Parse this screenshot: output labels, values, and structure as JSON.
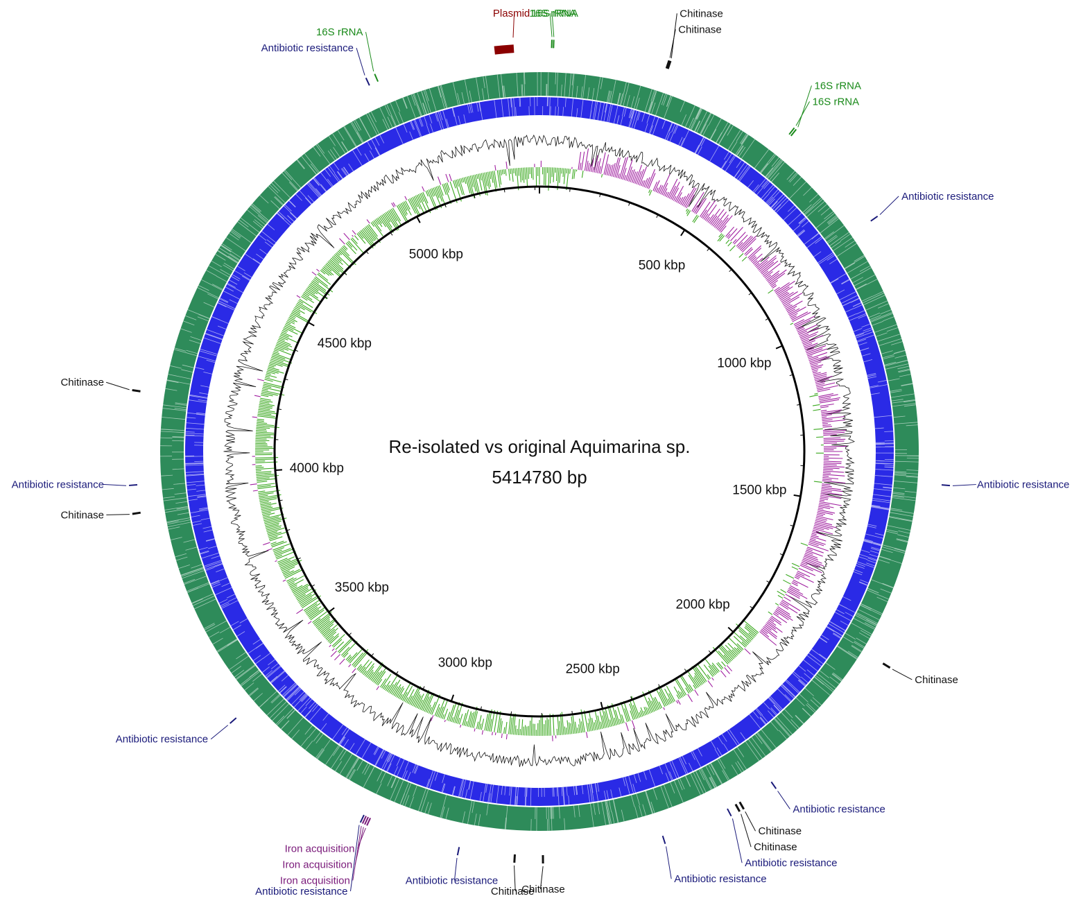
{
  "title": "Re-isolated vs original Aquimarina sp.",
  "size_label": "5414780 bp",
  "genome_length": 5414780,
  "colors": {
    "backbone": "#000000",
    "ring_green": "#2e8b5a",
    "ring_blue": "#2a2ae6",
    "gc_content": "#111111",
    "gc_skew_pos": "#a020a0",
    "gc_skew_neg": "#3aa81e",
    "plasmid": "#8b0000",
    "label_chitinase": "#111111",
    "label_rrna": "#1a8a1a",
    "label_antibiotic": "#1a1a7a",
    "label_iron": "#7a1a7a",
    "label_plasmid": "#8b0000"
  },
  "ticks": [
    {
      "pos": 500000,
      "label": "500 kbp"
    },
    {
      "pos": 1000000,
      "label": "1000 kbp"
    },
    {
      "pos": 1500000,
      "label": "1500 kbp"
    },
    {
      "pos": 2000000,
      "label": "2000 kbp"
    },
    {
      "pos": 2500000,
      "label": "2500 kbp"
    },
    {
      "pos": 3000000,
      "label": "3000 kbp"
    },
    {
      "pos": 3500000,
      "label": "3500 kbp"
    },
    {
      "pos": 4000000,
      "label": "4000 kbp"
    },
    {
      "pos": 4500000,
      "label": "4500 kbp"
    },
    {
      "pos": 5000000,
      "label": "5000 kbp"
    }
  ],
  "features": [
    {
      "type": "plasmid",
      "label": "Plasmid",
      "pos": 5360000
    },
    {
      "type": "rrna",
      "label": "16S rRNA",
      "pos": 26000
    },
    {
      "type": "rrna",
      "label": "16S rRNA",
      "pos": 30000
    },
    {
      "type": "chitinase",
      "label": "Chitinase",
      "pos": 276000
    },
    {
      "type": "chitinase",
      "label": "Chitinase",
      "pos": 279000
    },
    {
      "type": "rrna",
      "label": "16S rRNA",
      "pos": 575000
    },
    {
      "type": "rrna",
      "label": "16S rRNA",
      "pos": 580000
    },
    {
      "type": "antibiotic",
      "label": "Antibiotic resistance",
      "pos": 830000
    },
    {
      "type": "antibiotic",
      "label": "Antibiotic resistance",
      "pos": 1425000
    },
    {
      "type": "chitinase",
      "label": "Chitinase",
      "pos": 1830000
    },
    {
      "type": "antibiotic",
      "label": "Antibiotic resistance",
      "pos": 2180000
    },
    {
      "type": "chitinase",
      "label": "Chitinase",
      "pos": 2260000
    },
    {
      "type": "chitinase",
      "label": "Chitinase",
      "pos": 2270000
    },
    {
      "type": "antibiotic",
      "label": "Antibiotic resistance",
      "pos": 2290000
    },
    {
      "type": "antibiotic",
      "label": "Antibiotic resistance",
      "pos": 2440000
    },
    {
      "type": "chitinase",
      "label": "Chitinase",
      "pos": 2700000
    },
    {
      "type": "chitinase",
      "label": "Chitinase",
      "pos": 2760000
    },
    {
      "type": "antibiotic",
      "label": "Antibiotic resistance",
      "pos": 2880000
    },
    {
      "type": "iron",
      "label": "Iron acquisition",
      "pos": 3080000
    },
    {
      "type": "iron",
      "label": "Iron acquisition",
      "pos": 3085000
    },
    {
      "type": "iron",
      "label": "Iron acquisition",
      "pos": 3090000
    },
    {
      "type": "antibiotic",
      "label": "Antibiotic resistance",
      "pos": 3095000
    },
    {
      "type": "antibiotic",
      "label": "Antibiotic resistance",
      "pos": 3440000
    },
    {
      "type": "chitinase",
      "label": "Chitinase",
      "pos": 3930000
    },
    {
      "type": "antibiotic",
      "label": "Antibiotic resistance",
      "pos": 3990000
    },
    {
      "type": "chitinase",
      "label": "Chitinase",
      "pos": 4190000
    },
    {
      "type": "antibiotic",
      "label": "Antibiotic resistance",
      "pos": 5040000
    },
    {
      "type": "rrna",
      "label": "16S rRNA",
      "pos": 5060000
    }
  ]
}
